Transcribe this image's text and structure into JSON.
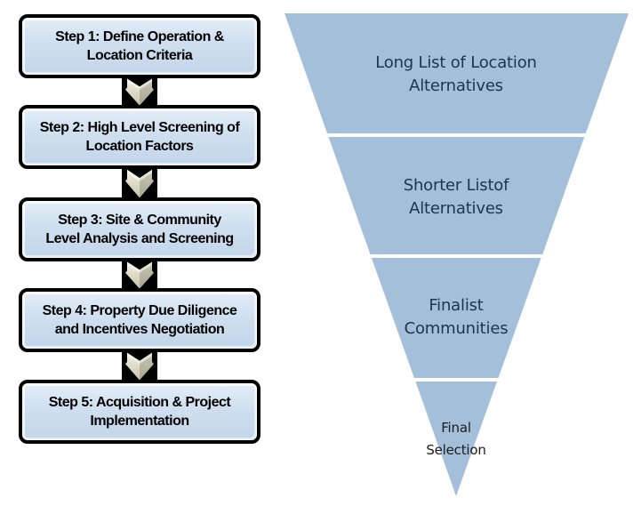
{
  "colors": {
    "background": "#ffffff",
    "step_box_fill_top": "#e3edf7",
    "step_box_fill_bottom": "#c2d5e9",
    "step_box_border": "#000000",
    "step_text": "#000000",
    "arrow_block": "#000000",
    "arrow_glyph": "#ece9d8",
    "arrow_glyph_shadow": "#a8a590",
    "funnel_fill": "#a3bfda",
    "funnel_divider": "#ffffff",
    "funnel_text": "#1e3450",
    "final_selection_text": "#1c1c1c"
  },
  "steps": [
    {
      "line1": "Step 1: Define Operation &",
      "line2": "Location Criteria"
    },
    {
      "line1": "Step 2: High Level Screening of",
      "line2": "Location Factors"
    },
    {
      "line1": "Step 3: Site & Community",
      "line2": "Level Analysis and Screening"
    },
    {
      "line1": "Step 4: Property Due Diligence",
      "line2": "and Incentives Negotiation"
    },
    {
      "line1": "Step 5: Acquisition & Project",
      "line2": "Implementation"
    }
  ],
  "connectors": [
    {
      "icon": "down-arrow-icon"
    },
    {
      "icon": "down-arrow-icon"
    },
    {
      "icon": "down-arrow-icon"
    },
    {
      "icon": "down-arrow-icon"
    }
  ],
  "funnel": {
    "sections": [
      {
        "line1": "Long List of Location",
        "line2": "Alternatives"
      },
      {
        "line1": "Shorter Listof",
        "line2": "Alternatives"
      },
      {
        "line1": "Finalist",
        "line2": "Communities"
      },
      {
        "line1": "Final",
        "line2": "Selection"
      }
    ]
  }
}
